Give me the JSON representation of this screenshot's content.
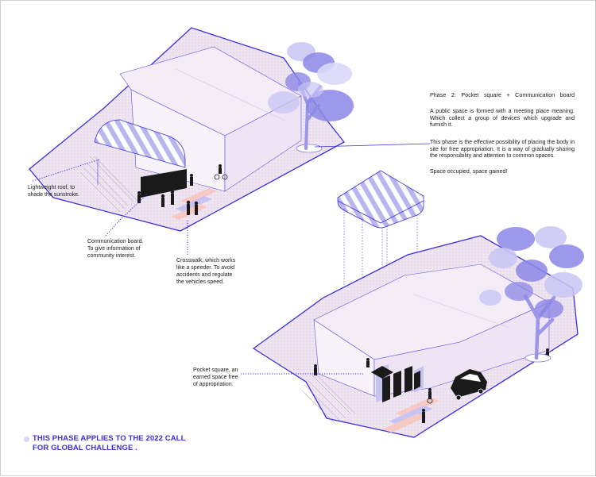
{
  "phase": {
    "title": "Phase 2:  Pocket  square  +  Communication  board",
    "paragraph1": "A public space is formed with a meeting place meaning. Which collect a group of devices which upgrade and furnish it.",
    "paragraph2": "This phase is the effective possibility of placing the body in site for free appropriation. It is a way of gradually sharing the responsibility and attention to common spaces.",
    "paragraph3": "Space occupied, space gained!"
  },
  "annotations": {
    "roof_line1": "Lightweight roof, to",
    "roof_line2": "shade the sunstroke.",
    "board_line1": "Communication  board.",
    "board_line2": "To give  information of",
    "board_line3": "community interest.",
    "crosswalk_line1": "Crosswalk, which works",
    "crosswalk_line2": "like a speeder. To avoid",
    "crosswalk_line3": "accidents and regulate",
    "crosswalk_line4": "the      vehicles      speed.",
    "pocket_line1": "Pocket square, an",
    "pocket_line2": "earned space free",
    "pocket_line3": "of   appropriation."
  },
  "footer": {
    "line1": "THIS PHASE APPLIES TO THE 2022 CALL",
    "line2": "FOR GLOBAL CHALLENGE ."
  },
  "colors": {
    "accent": "#3b2fe0",
    "ground": "#efe4f1",
    "building": "#f2eaf6",
    "tree": "#8c87e6",
    "crosswalk": "#f6c9c4"
  }
}
